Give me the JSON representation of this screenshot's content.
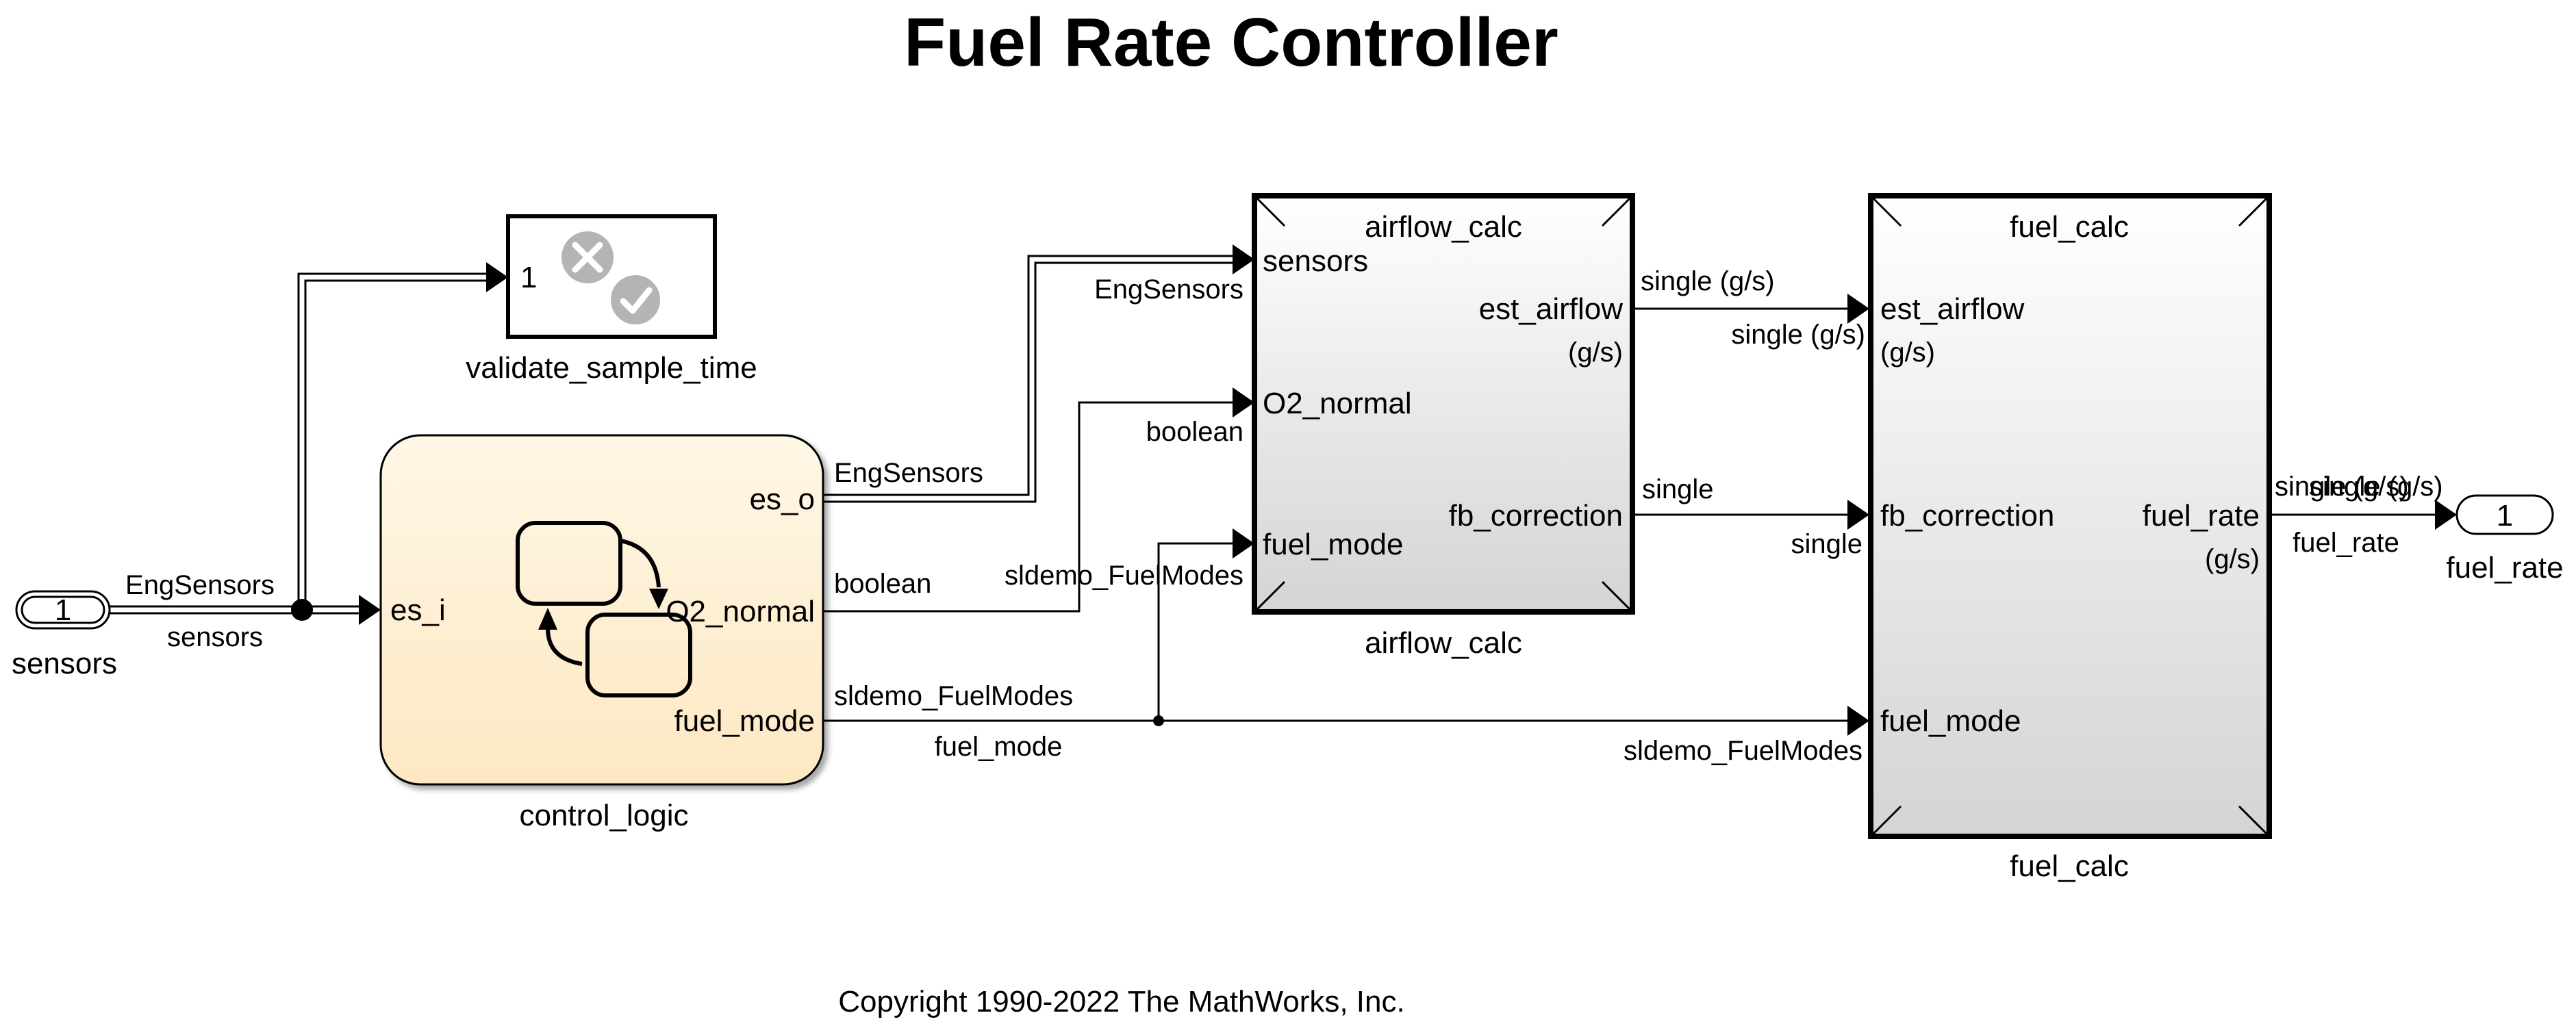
{
  "title": "Fuel Rate Controller",
  "copyright": "Copyright 1990-2022 The MathWorks, Inc.",
  "colors": {
    "stateflow_fill_top": "#fff7e6",
    "stateflow_fill_bottom": "#fde8c3",
    "subsystem_fill_top": "#ffffff",
    "subsystem_fill_bottom": "#d4d4d4",
    "validate_icon_gray": "#b4b4b4",
    "line": "#000000"
  },
  "inport_sensors": {
    "number": "1",
    "name": "sensors"
  },
  "outport_fuel_rate": {
    "number": "1",
    "name": "fuel_rate"
  },
  "validate_block": {
    "name": "validate_sample_time",
    "port": "1",
    "icons": [
      "x-circle-icon",
      "check-circle-icon"
    ]
  },
  "control_logic": {
    "name": "control_logic",
    "in_es_i": "es_i",
    "out_es_o": "es_o",
    "out_o2_normal": "O2_normal",
    "out_fuel_mode": "fuel_mode",
    "icon": "stateflow-chart-icon"
  },
  "airflow_calc": {
    "name": "airflow_calc",
    "inner_title": "airflow_calc",
    "in_sensors": "sensors",
    "in_o2_normal": "O2_normal",
    "in_fuel_mode": "fuel_mode",
    "out_est_airflow": "est_airflow",
    "out_est_airflow_unit": "(g/s)",
    "out_fb_correction": "fb_correction"
  },
  "fuel_calc": {
    "name": "fuel_calc",
    "inner_title": "fuel_calc",
    "in_est_airflow": "est_airflow",
    "in_est_airflow_unit": "(g/s)",
    "in_fb_correction": "fb_correction",
    "in_fuel_mode": "fuel_mode",
    "out_fuel_rate": "fuel_rate",
    "out_fuel_rate_unit": "(g/s)"
  },
  "signals": {
    "sensors_line_type": "EngSensors",
    "sensors_line_name": "sensors",
    "es_o_type": "EngSensors",
    "airflow_sensors_type": "EngSensors",
    "o2_type_left": "boolean",
    "o2_type_right": "boolean",
    "fuel_mode_type_left": "sldemo_FuelModes",
    "fuel_mode_name": "fuel_mode",
    "fuel_mode_type_airflow": "sldemo_FuelModes",
    "fuel_mode_type_fuel": "sldemo_FuelModes",
    "est_airflow_type_left": "single (g/s)",
    "est_airflow_type_right": "single (g/s)",
    "fb_type_left": "single",
    "fb_type_right": "single",
    "fuel_rate_type_a": "single (g/s)",
    "fuel_rate_type_b": "single (g/s)",
    "fuel_rate_name": "fuel_rate"
  }
}
